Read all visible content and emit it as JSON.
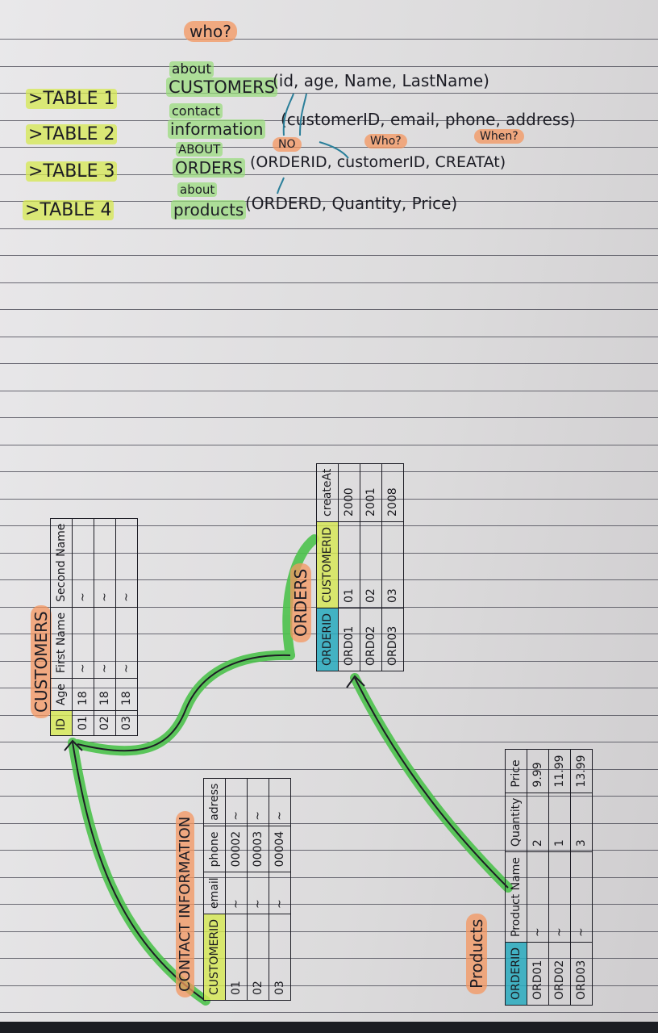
{
  "notes": {
    "who": "who?",
    "rows": [
      {
        "label": ">TABLE 1",
        "about": "about",
        "name": "CUSTOMERS",
        "fields": "(id, age, Name, LastName)"
      },
      {
        "label": ">TABLE 2",
        "about": "contact",
        "name": "information",
        "fields": "(customerID, email, phone, address)"
      },
      {
        "label": ">TABLE 3",
        "about": "ABOUT",
        "name": "ORDERS",
        "fields": "(ORDERID, customerID, CREATAt)"
      },
      {
        "label": ">TABLE 4",
        "about": "about",
        "name": "products",
        "fields": "(ORDERD, Quantity, Price)"
      }
    ],
    "tags": [
      "NO",
      "Who?",
      "When?"
    ]
  },
  "customers": {
    "title": "CUSTOMERS",
    "headers": [
      "ID",
      "Age",
      "First Name",
      "Second Name"
    ],
    "rows": [
      [
        "01",
        "18",
        "~",
        "~"
      ],
      [
        "02",
        "18",
        "~",
        "~"
      ],
      [
        "03",
        "18",
        "~",
        "~"
      ]
    ]
  },
  "orders": {
    "title": "ORDERS",
    "headers": [
      "ORDERID",
      "CUSTOMERID",
      "createAt"
    ],
    "rows": [
      [
        "ORD01",
        "01",
        "2000"
      ],
      [
        "ORD02",
        "02",
        "2001"
      ],
      [
        "ORD03",
        "03",
        "2008"
      ]
    ]
  },
  "contact": {
    "title": "CONTACT INFORMATION",
    "headers": [
      "CUSTOMERID",
      "email",
      "phone",
      "adress"
    ],
    "rows": [
      [
        "01",
        "~",
        "00002",
        "~"
      ],
      [
        "02",
        "~",
        "00003",
        "~"
      ],
      [
        "03",
        "~",
        "00004",
        "~"
      ]
    ]
  },
  "products": {
    "title": "Products",
    "headers": [
      "ORDERID",
      "Product Name",
      "Quantity",
      "Price"
    ],
    "rows": [
      [
        "ORD01",
        "~",
        "2",
        "9.99"
      ],
      [
        "ORD02",
        "~",
        "1",
        "11.99"
      ],
      [
        "ORD03",
        "~",
        "3",
        "13.99"
      ]
    ]
  },
  "colors": {
    "highlight_yellow": "#d6e850",
    "highlight_green": "#96dc78",
    "highlight_orange": "#f4965f",
    "highlight_cyan": "#28aabe",
    "arrow_green": "#4cc24c"
  }
}
